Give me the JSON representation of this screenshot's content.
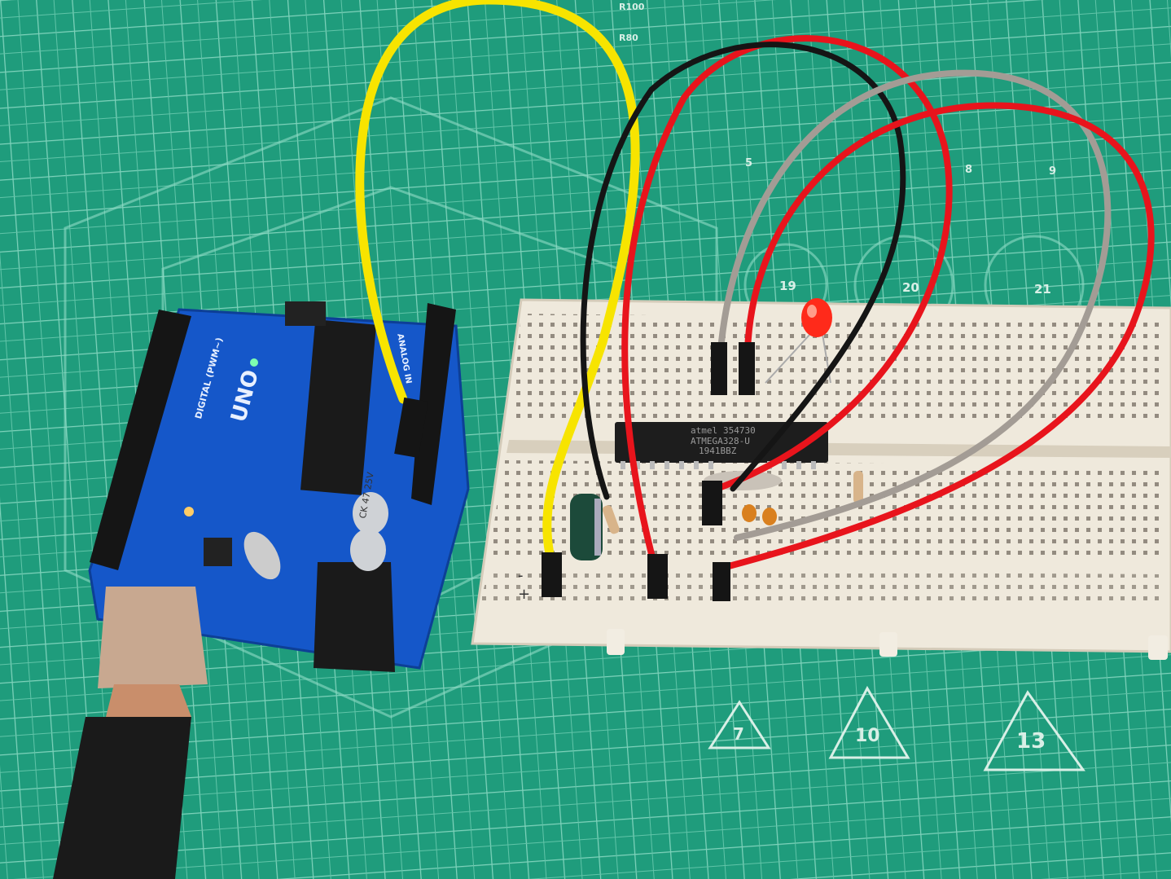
{
  "scene": {
    "description_labels": {
      "mat_numbers": [
        "7",
        "10",
        "13",
        "19",
        "20",
        "21",
        "5",
        "8",
        "9"
      ],
      "mat_ruler_marks": [
        "R100",
        "R80"
      ],
      "board_logo": "UNO",
      "board_label_digital": "DIGITAL (PWM~)",
      "board_label_analog": "ANALOG IN",
      "chip_brand": "atmel",
      "chip_lines": [
        "354730",
        "ATMEGA328-U",
        "1941BBZ"
      ],
      "capacitor_label": "CK 47 25V",
      "rail_signs": [
        "-",
        "+"
      ]
    },
    "colors": {
      "mat": "#1f9c7c",
      "grid": "#7fd6bf",
      "board": "#1557c9",
      "breadboard": "#f1ece0",
      "wire_yellow": "#f7e400",
      "wire_red": "#e8141c",
      "wire_black": "#151515",
      "wire_gray": "#a39c95",
      "led": "#ff2a1a"
    }
  }
}
